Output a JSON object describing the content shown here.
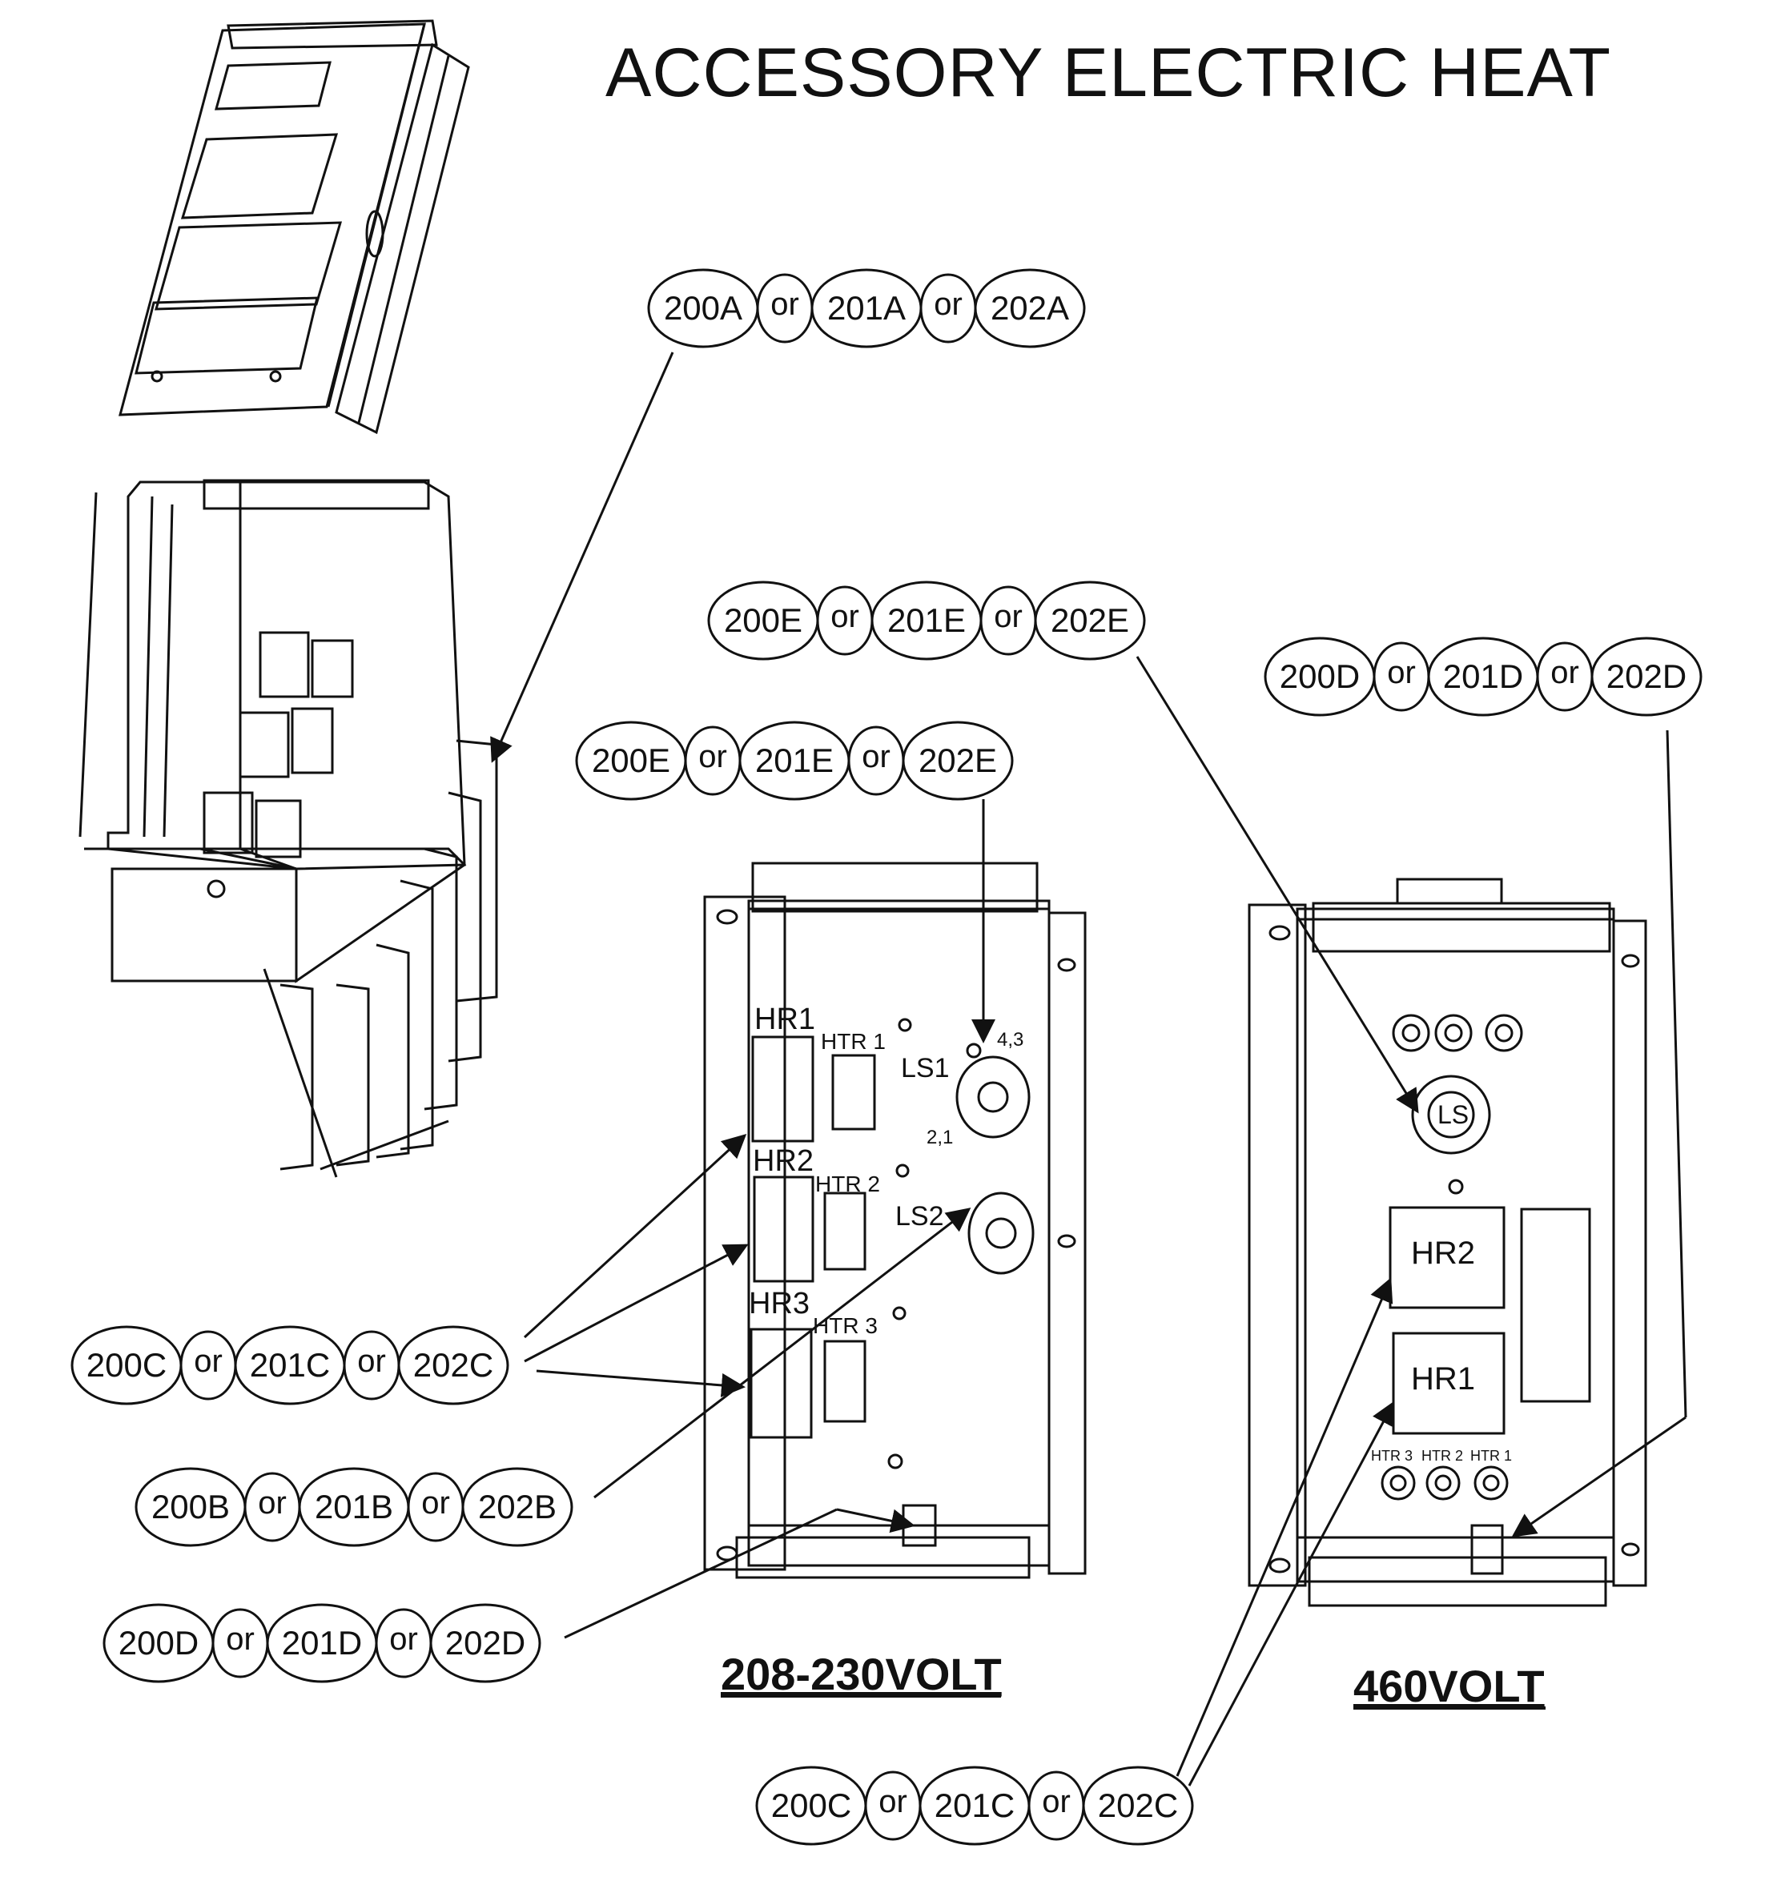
{
  "title": "ACCESSORY ELECTRIC HEAT",
  "or_word": "or",
  "callouts": {
    "a": [
      "200A",
      "201A",
      "202A"
    ],
    "e_top": [
      "200E",
      "201E",
      "202E"
    ],
    "e_mid": [
      "200E",
      "201E",
      "202E"
    ],
    "d_right": [
      "200D",
      "201D",
      "202D"
    ],
    "c_left": [
      "200C",
      "201C",
      "202C"
    ],
    "b_left": [
      "200B",
      "201B",
      "202B"
    ],
    "d_left": [
      "200D",
      "201D",
      "202D"
    ],
    "c_bottom": [
      "200C",
      "201C",
      "202C"
    ]
  },
  "panel_208": {
    "caption": "208-230VOLT",
    "hr1": "HR1",
    "hr2": "HR2",
    "hr3": "HR3",
    "htr1": "HTR 1",
    "htr2": "HTR 2",
    "htr3": "HTR 3",
    "ls1": "LS1",
    "ls2": "LS2",
    "term_top": "4,3",
    "term_bot": "2,1"
  },
  "panel_460": {
    "caption": "460VOLT",
    "ls": "LS",
    "hr2": "HR2",
    "hr1": "HR1",
    "htr3": "HTR 3",
    "htr2": "HTR 2",
    "htr1": "HTR 1"
  },
  "colors": {
    "ink": "#111111",
    "paper": "#ffffff"
  }
}
